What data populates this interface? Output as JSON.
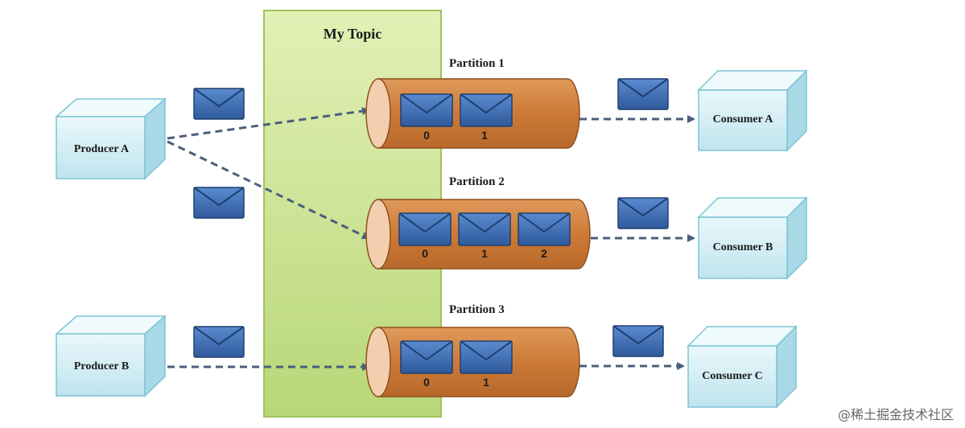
{
  "topic": {
    "title": "My Topic"
  },
  "producers": [
    {
      "label": "Producer A"
    },
    {
      "label": "Producer B"
    }
  ],
  "partitions": [
    {
      "label": "Partition 1",
      "offsets": [
        "0",
        "1"
      ]
    },
    {
      "label": "Partition 2",
      "offsets": [
        "0",
        "1",
        "2"
      ]
    },
    {
      "label": "Partition 3",
      "offsets": [
        "0",
        "1"
      ]
    }
  ],
  "consumers": [
    {
      "label": "Consumer A"
    },
    {
      "label": "Consumer B"
    },
    {
      "label": "Consumer C"
    }
  ],
  "watermark": "@稀土掘金技术社区",
  "colors": {
    "topic_fill": "#c9e08e",
    "partition_fill": "#d2813e",
    "envelope": "#3f6db0",
    "box_fill": "#d8f1f7",
    "arrow": "#4a5f7c"
  }
}
